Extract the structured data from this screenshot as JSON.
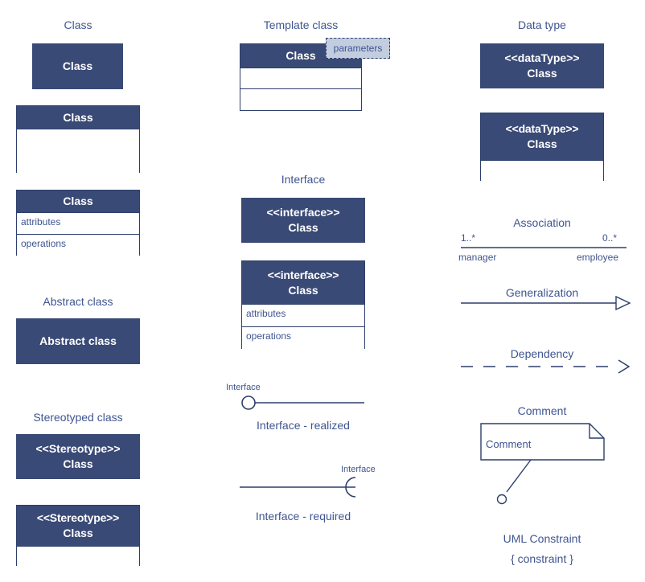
{
  "theme": {
    "fill_dark": "#3a4a76",
    "stroke": "#2e3f6b",
    "label_blue": "#3f5590",
    "params_fill": "#c3cde0",
    "white": "#ffffff"
  },
  "columns": {
    "left": {
      "sections": [
        {
          "caption": "Class",
          "shapes": [
            {
              "kind": "solid-class",
              "name": "Class"
            },
            {
              "kind": "class-header-empty",
              "name": "Class"
            },
            {
              "kind": "class-three-compartment",
              "name": "Class",
              "compartments": [
                "attributes",
                "operations"
              ]
            }
          ]
        },
        {
          "caption": "Abstract class",
          "shapes": [
            {
              "kind": "solid-class",
              "name": "Abstract class"
            }
          ]
        },
        {
          "caption": "Stereotyped class",
          "shapes": [
            {
              "kind": "solid-stereotype",
              "stereotype": "<<Stereotype>>",
              "name": "Class"
            },
            {
              "kind": "stereotype-header-empty",
              "stereotype": "<<Stereotype>>",
              "name": "Class"
            }
          ]
        }
      ]
    },
    "middle": {
      "sections": [
        {
          "caption": "Template class",
          "shapes": [
            {
              "kind": "template-class",
              "name": "Class",
              "parameters": "parameters"
            }
          ]
        },
        {
          "caption": "Interface",
          "shapes": [
            {
              "kind": "solid-stereotype",
              "stereotype": "<<interface>>",
              "name": "Class"
            },
            {
              "kind": "stereotype-three-compartment",
              "stereotype": "<<interface>>",
              "name": "Class",
              "compartments": [
                "attributes",
                "operations"
              ]
            }
          ]
        },
        {
          "caption": "",
          "shapes": [
            {
              "kind": "interface-realized",
              "port_label": "Interface",
              "caption_below": "Interface - realized"
            },
            {
              "kind": "interface-required",
              "port_label": "Interface",
              "caption_below": "Interface - required"
            }
          ]
        }
      ]
    },
    "right": {
      "sections": [
        {
          "caption": "Data type",
          "shapes": [
            {
              "kind": "solid-stereotype",
              "stereotype": "<<dataType>>",
              "name": "Class"
            },
            {
              "kind": "stereotype-header-empty",
              "stereotype": "<<dataType>>",
              "name": "Class"
            }
          ]
        },
        {
          "caption": "Association",
          "relationship": {
            "type": "association",
            "source_multiplicity": "1..*",
            "target_multiplicity": "0..*",
            "source_role": "manager",
            "target_role": "employee"
          }
        },
        {
          "caption": "Generalization",
          "relationship": {
            "type": "generalization",
            "arrowhead": "hollow-triangle",
            "line": "solid"
          }
        },
        {
          "caption": "Dependency",
          "relationship": {
            "type": "dependency",
            "arrowhead": "open-arrow",
            "line": "dashed"
          }
        },
        {
          "caption": "Comment",
          "shapes": [
            {
              "kind": "note",
              "text": "Comment"
            }
          ]
        },
        {
          "caption": "UML Constraint",
          "constraint_text": "{ constraint }"
        }
      ]
    }
  }
}
